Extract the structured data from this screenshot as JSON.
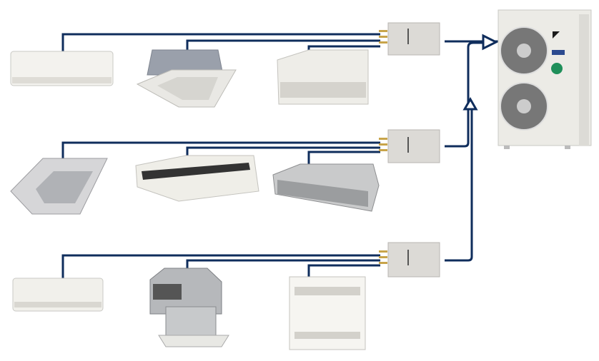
{
  "colors": {
    "pipe": "#0f2d5c",
    "unit_body": "#f1f1ee",
    "unit_shadow": "#c9c9c4",
    "branch_box": "#d9d7d3",
    "pipe_stub": "#c8a44a",
    "background": "#ffffff"
  },
  "diagram": {
    "outdoor_unit": {
      "icon": "outdoor-condenser-unit-icon"
    },
    "branch_boxes": [
      {
        "icon": "branch-box-icon"
      },
      {
        "icon": "branch-box-icon"
      },
      {
        "icon": "branch-box-icon"
      }
    ],
    "indoor_units": [
      {
        "row": 1,
        "icon": "wall-mounted-unit-icon"
      },
      {
        "row": 1,
        "icon": "compact-cassette-unit-icon"
      },
      {
        "row": 1,
        "icon": "ceiling-floor-unit-icon"
      },
      {
        "row": 2,
        "icon": "round-flow-cassette-icon"
      },
      {
        "row": 2,
        "icon": "ceiling-suspended-unit-icon"
      },
      {
        "row": 2,
        "icon": "slim-duct-unit-icon"
      },
      {
        "row": 3,
        "icon": "wall-mounted-unit-icon"
      },
      {
        "row": 3,
        "icon": "ducted-unit-icon"
      },
      {
        "row": 3,
        "icon": "floor-standing-unit-icon"
      }
    ]
  }
}
